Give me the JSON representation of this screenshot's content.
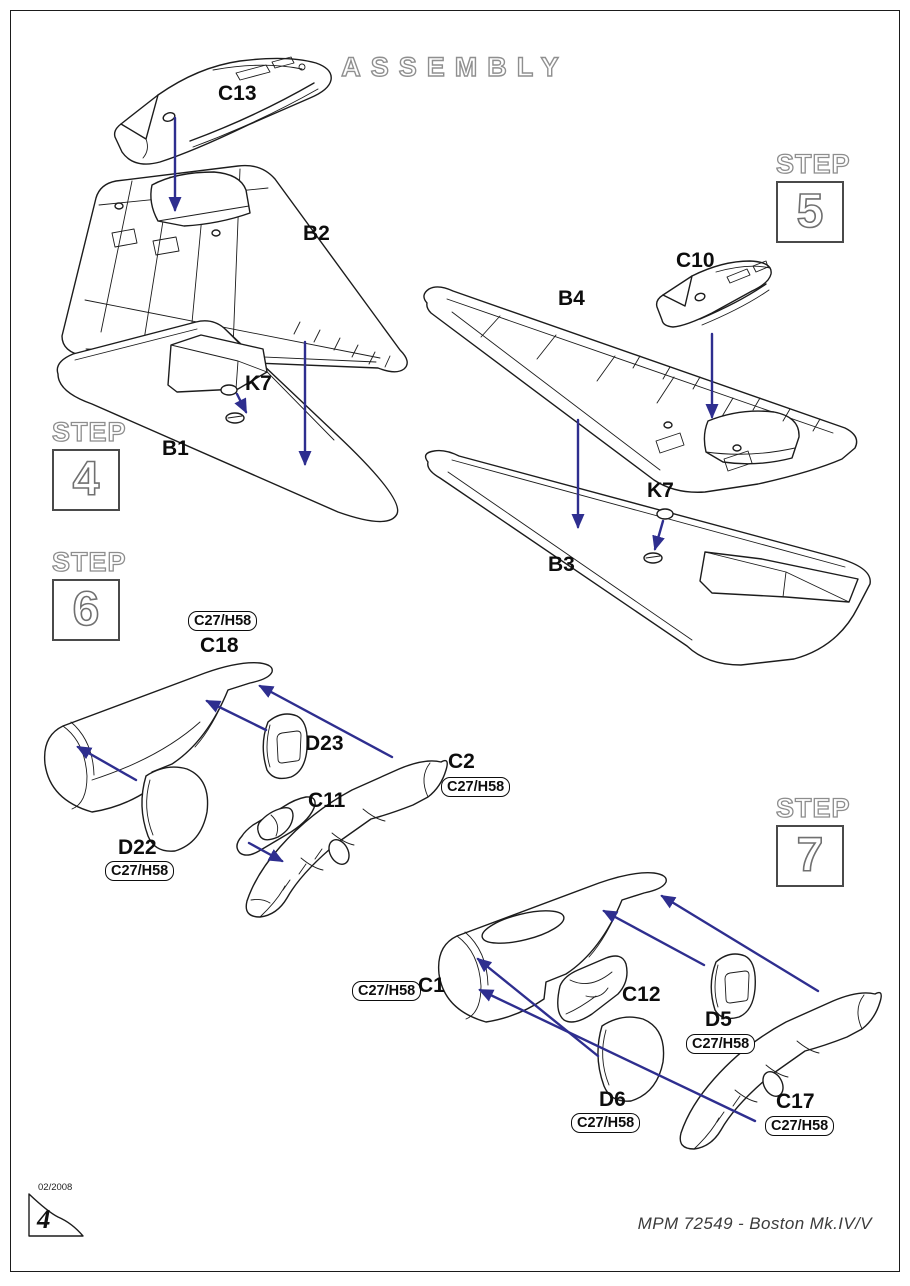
{
  "title": "ASSEMBLY",
  "badge": "C27/H58",
  "steps": {
    "s4": {
      "label": "STEP",
      "num": "4"
    },
    "s5": {
      "label": "STEP",
      "num": "5"
    },
    "s6": {
      "label": "STEP",
      "num": "6"
    },
    "s7": {
      "label": "STEP",
      "num": "7"
    }
  },
  "labels": {
    "c13": "C13",
    "b2": "B2",
    "b1": "B1",
    "k7a": "K7",
    "b4": "B4",
    "c10": "C10",
    "k7b": "K7",
    "b3": "B3",
    "c18": "C18",
    "d23": "D23",
    "c2": "C2",
    "c11": "C11",
    "d22": "D22",
    "c1": "C1",
    "c12": "C12",
    "d5": "D5",
    "d6": "D6",
    "c17": "C17"
  },
  "footer": {
    "date": "02/2008",
    "page": "4",
    "kit_title": "MPM 72549 - Boston Mk.IV/V"
  },
  "colors": {
    "arrow": "#2e2e8f",
    "line": "#1c1c1c"
  }
}
